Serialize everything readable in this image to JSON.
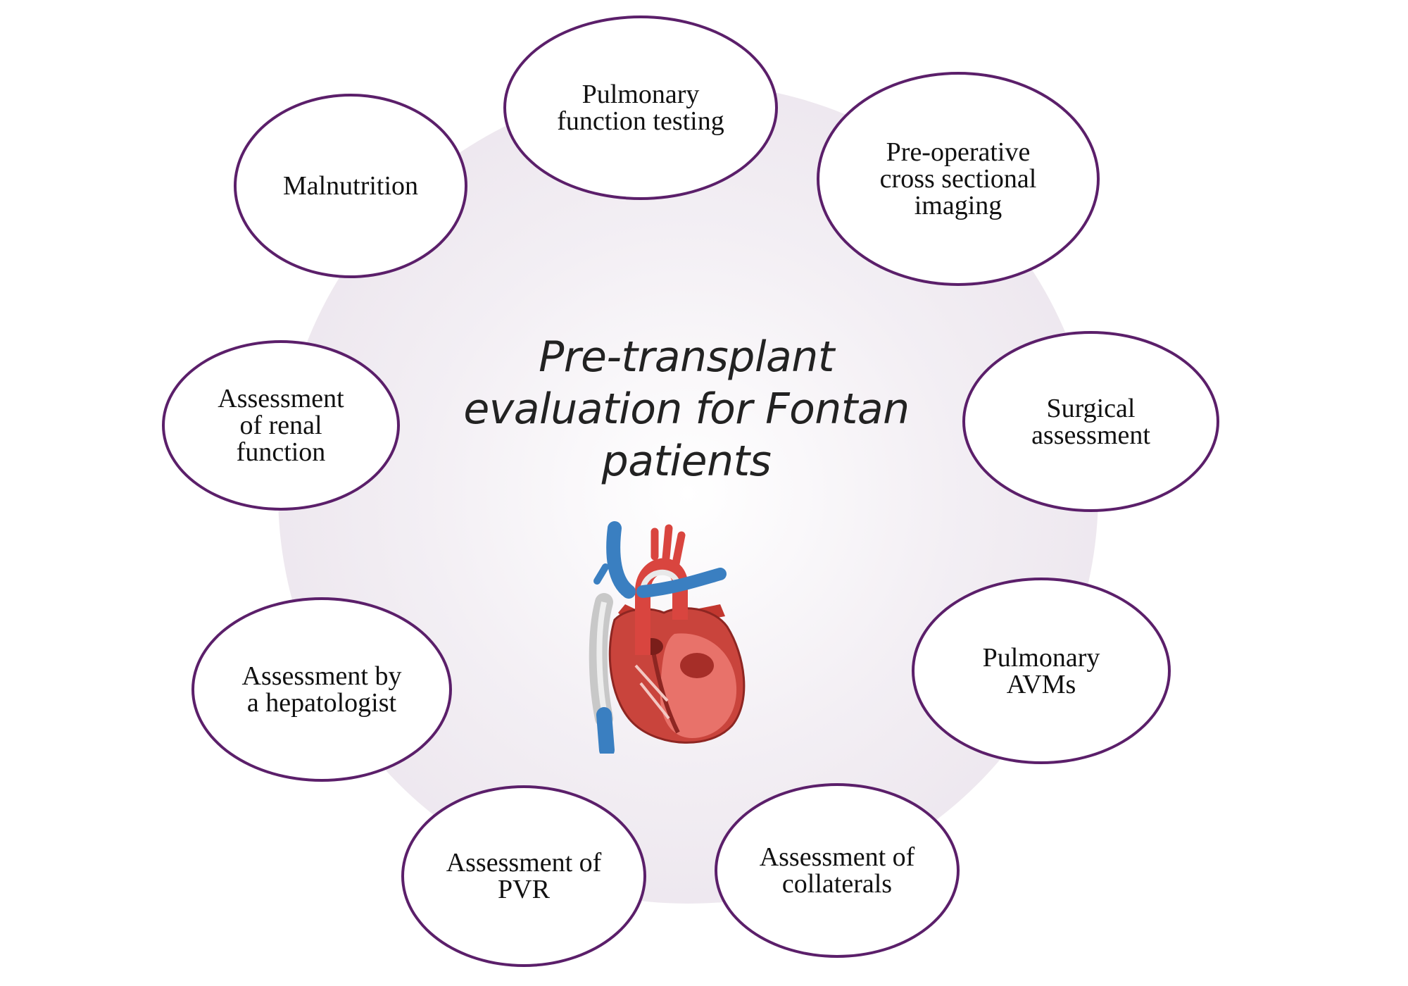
{
  "title": "Pre-transplant\nevaluation for Fontan\npatients",
  "nodes": [
    {
      "id": "pulmonary-function-testing",
      "label": "Pulmonary\nfunction testing"
    },
    {
      "id": "pre-operative-imaging",
      "label": "Pre-operative\ncross sectional\nimaging"
    },
    {
      "id": "surgical-assessment",
      "label": "Surgical\nassessment"
    },
    {
      "id": "pulmonary-avms",
      "label": "Pulmonary\nAVMs"
    },
    {
      "id": "collaterals",
      "label": "Assessment of\ncollaterals"
    },
    {
      "id": "pvr",
      "label": "Assessment of\nPVR"
    },
    {
      "id": "hepatologist",
      "label": "Assessment by\na hepatologist"
    },
    {
      "id": "renal-function",
      "label": "Assessment\nof renal\nfunction"
    },
    {
      "id": "malnutrition",
      "label": "Malnutrition"
    }
  ],
  "colors": {
    "bubble_border": "#5b1f6a",
    "disc": "#e8e0ea",
    "vein": "#3a7fc1",
    "artery": "#d9453f",
    "myocardium": "#c9443c",
    "chamber": "#e8726a",
    "shunt": "#c8c8c8"
  },
  "icon": "heart-anatomy-icon"
}
